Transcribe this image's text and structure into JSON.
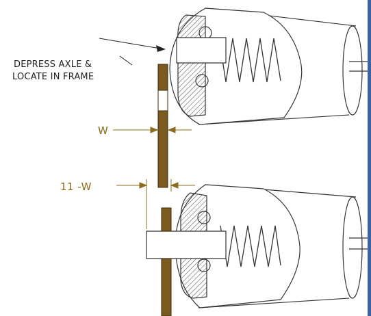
{
  "labels": {
    "callout_line1": "DEPRESS AXLE &",
    "callout_line2": "LOCATE IN FRAME",
    "dim_w": "W",
    "dim_11w": "11 -W"
  },
  "colors": {
    "frame_bar": "#7a5a1e",
    "frame_edge": "#3a2a0a",
    "dimension": "#8a6d1f",
    "edge_bar": "#3c63a8",
    "line": "#333333"
  }
}
